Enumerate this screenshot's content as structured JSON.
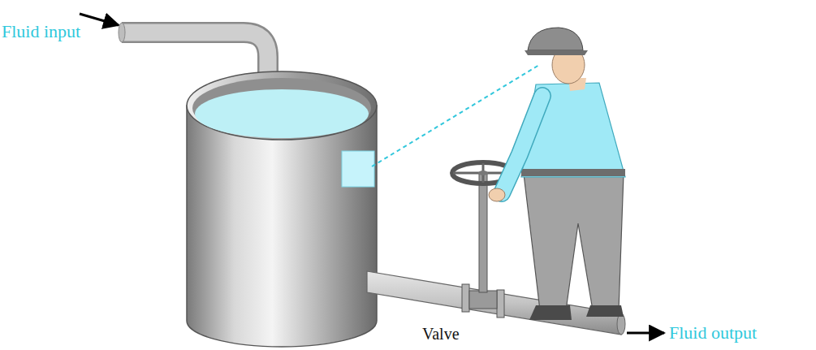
{
  "diagram": {
    "labels": [
      "Fluid input",
      "Valve",
      "Fluid output"
    ]
  }
}
